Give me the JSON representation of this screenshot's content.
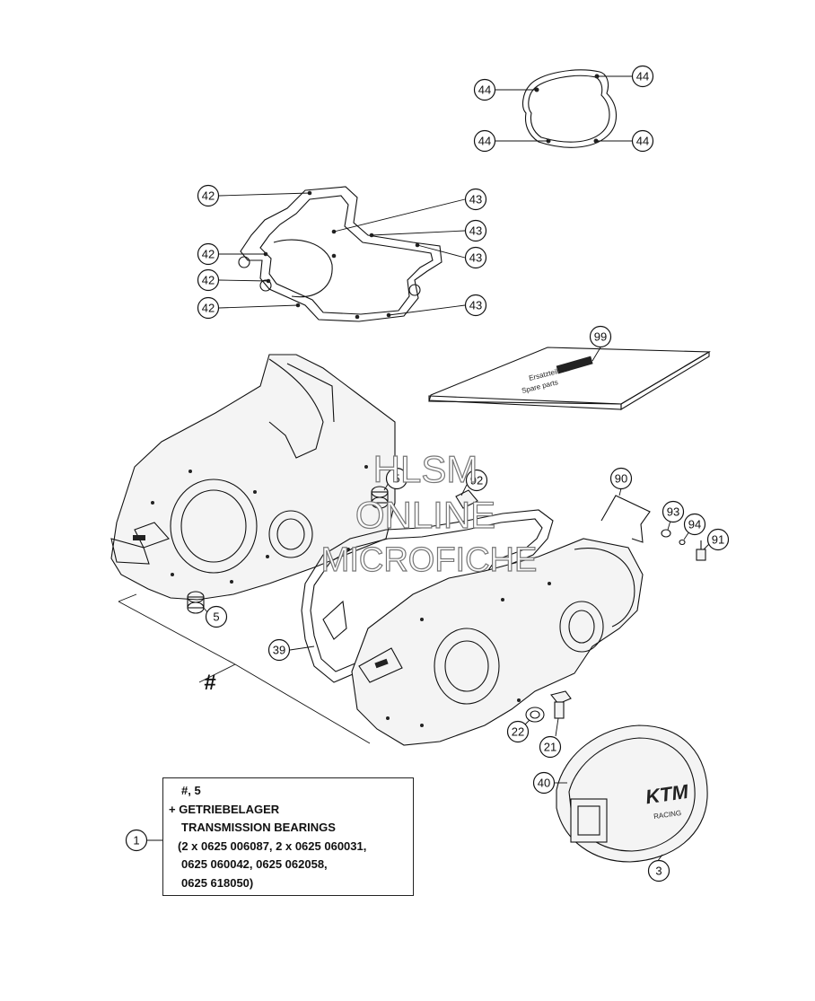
{
  "diagram": {
    "callouts": {
      "c44": "44",
      "c42": "42",
      "c43": "43",
      "c99": "99",
      "c5": "5",
      "c92": "92",
      "c90": "90",
      "c93": "93",
      "c94": "94",
      "c91": "91",
      "c39": "39",
      "c22": "22",
      "c21": "21",
      "c40": "40",
      "c3": "3",
      "c1": "1"
    },
    "hash_mark": "#",
    "manual_lines": [
      "Ersatzteilliste",
      "Spare parts"
    ],
    "cover_logo": "KTM",
    "cover_sub": "RACING"
  },
  "watermark": {
    "line1": "HLSM",
    "line2": "ONLINE",
    "line3": "MICROFICHE"
  },
  "legend": {
    "line1": "#, 5",
    "line2": "+ GETRIEBELAGER",
    "line3": "TRANSMISSION BEARINGS",
    "line4": "(2 x 0625 006087, 2 x 0625 060031,",
    "line5": "0625 060042, 0625 062058,",
    "line6": "0625 618050)"
  }
}
